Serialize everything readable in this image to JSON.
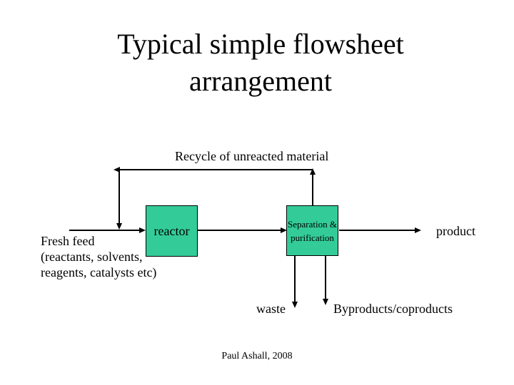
{
  "slide": {
    "title_line_1": "Typical simple flowsheet",
    "title_line_2": "arrangement",
    "footer": "Paul Ashall, 2008",
    "colors": {
      "background": "#ffffff",
      "text": "#000000",
      "line": "#000000",
      "box_fill": "#33CC99",
      "box_border": "#000000"
    }
  },
  "diagram": {
    "recycle_label": "Recycle of unreacted material",
    "reactor_label": "reactor",
    "separation_label_line_1": "Separation &",
    "separation_label_line_2": "purification",
    "fresh_feed_lines": {
      "0": "Fresh feed",
      "1": "(reactants, solvents,",
      "2": "reagents, catalysts etc)"
    },
    "product_label": "product",
    "waste_label": "waste",
    "byproducts_label": "Byproducts/coproducts",
    "edges": [
      {
        "from": "fresh feed",
        "to": "reactor"
      },
      {
        "from": "reactor",
        "to": "separation & purification"
      },
      {
        "from": "separation & purification",
        "to": "product"
      },
      {
        "from": "separation & purification",
        "to": "reactor feed",
        "via": "recycle of unreacted material"
      },
      {
        "from": "separation & purification",
        "to": "waste"
      },
      {
        "from": "separation & purification",
        "to": "byproducts/coproducts"
      }
    ]
  }
}
